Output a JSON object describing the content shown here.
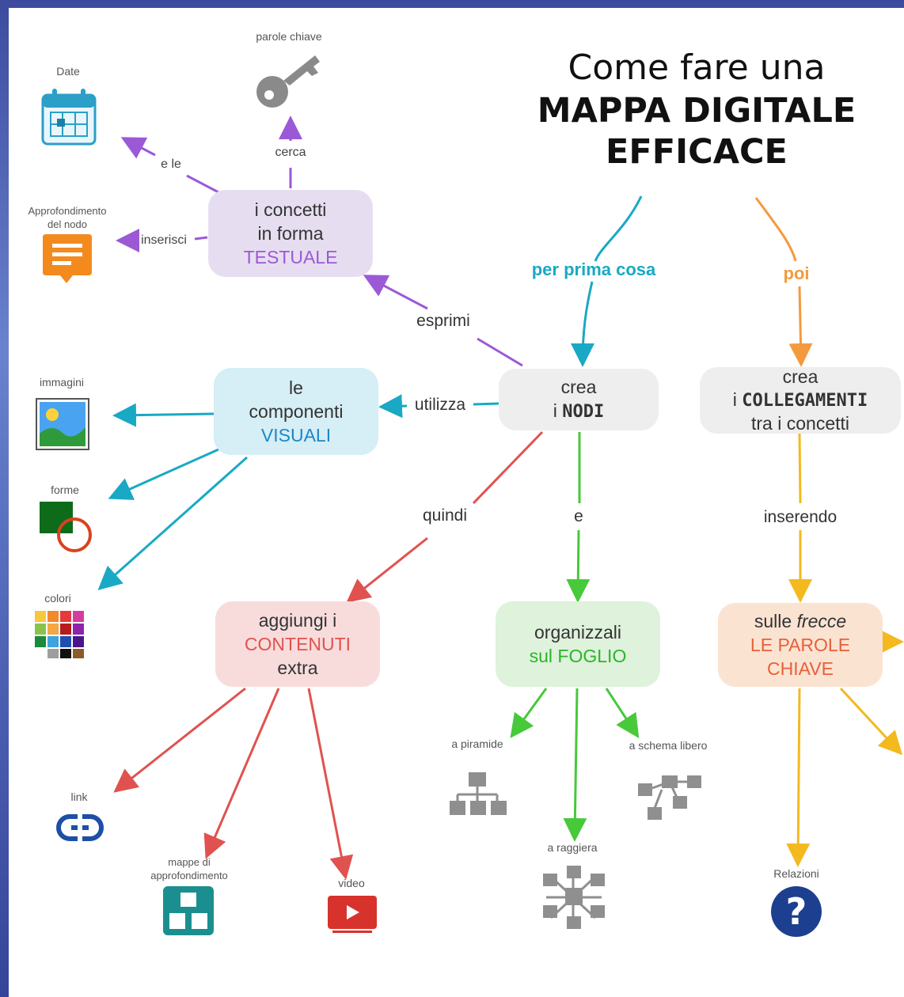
{
  "title": {
    "line1": "Come fare una",
    "line2": "MAPPA DIGITALE",
    "line3": "EFFICACE"
  },
  "nodes": {
    "testuale": {
      "line1": "i concetti",
      "line2": "in forma",
      "line3": "TESTUALE"
    },
    "visuali": {
      "line1": "le",
      "line2": "componenti",
      "line3": "VISUALI"
    },
    "nodi": {
      "line1": "crea",
      "line2a": "i ",
      "line2b": "NODI"
    },
    "collegamenti": {
      "line1": "crea",
      "line2a": "i ",
      "line2b": "COLLEGAMENTI",
      "line3": "tra i concetti"
    },
    "contenuti": {
      "line1": "aggiungi i",
      "line2": "CONTENUTI",
      "line3": "extra"
    },
    "foglio": {
      "line1": "organizzali",
      "line2": "sul FOGLIO"
    },
    "parole": {
      "line1a": "sulle ",
      "line1b": "frecce",
      "line2": "LE PAROLE",
      "line3": "CHIAVE"
    }
  },
  "links": {
    "per_prima_cosa": "per prima cosa",
    "poi": "poi",
    "esprimi": "esprimi",
    "utilizza": "utilizza",
    "quindi": "quindi",
    "e": "e",
    "inserendo": "inserendo",
    "cerca": "cerca",
    "e_le": "e le",
    "inserisci": "inserisci"
  },
  "leaves": {
    "parole_chiave": "parole chiave",
    "date": "Date",
    "approfondimento_line1": "Approfondimento",
    "approfondimento_line2": "del nodo",
    "immagini": "immagini",
    "forme": "forme",
    "colori": "colori",
    "link": "link",
    "mappe_line1": "mappe di",
    "mappe_line2": "approfondimento",
    "video": "video",
    "piramide": "a piramide",
    "schema": "a schema libero",
    "raggiera": "a raggiera",
    "relazioni": "Relazioni",
    "relazioni_glyph": "?"
  },
  "colors": {
    "purple": "#9b59d6",
    "cyan": "#19a9c4",
    "orange": "#f39a3e",
    "yellow": "#f3b91f",
    "red": "#e0524f",
    "green": "#47c93a",
    "box_purple": "#e6def0",
    "box_cyan": "#d6eef5",
    "box_grey": "#eeeeee",
    "box_red": "#f8dcdc",
    "box_green": "#def2dc",
    "box_orange": "#fbe3d2"
  },
  "icons": [
    "key-icon",
    "calendar-icon",
    "note-icon",
    "image-icon",
    "shapes-icon",
    "color-palette-icon",
    "link-icon",
    "grid-icon",
    "video-icon",
    "pyramid-icon",
    "free-schema-icon",
    "radial-icon",
    "question-icon"
  ]
}
